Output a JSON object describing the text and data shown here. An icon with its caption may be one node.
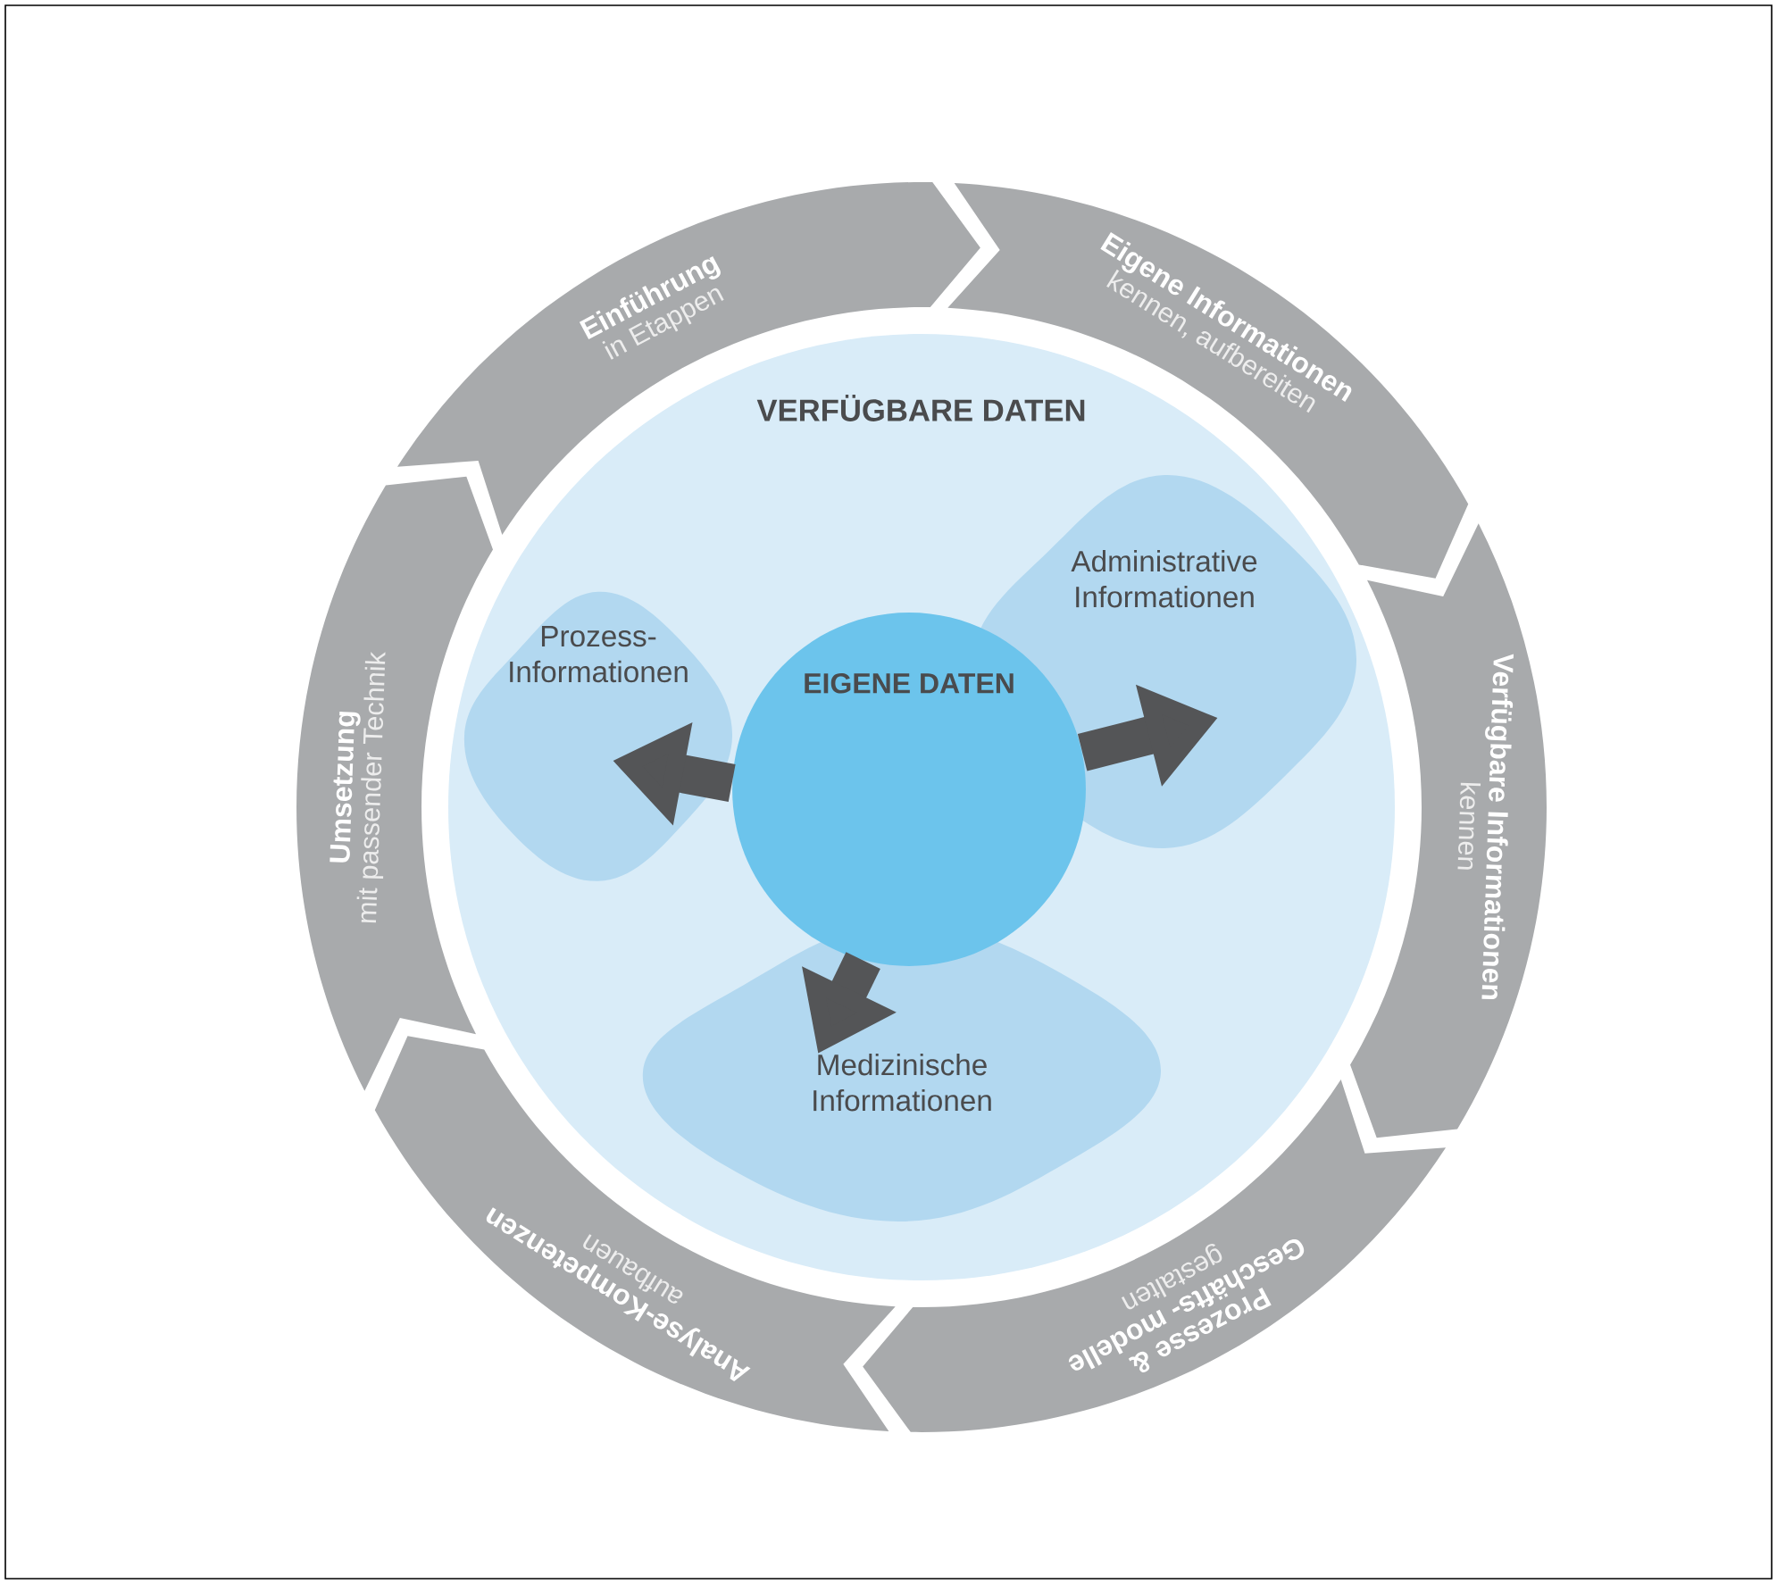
{
  "diagram": {
    "nodes": [
      {
        "text": [
          "Einführung",
          "in Etappen"
        ]
      },
      {
        "text": [
          "Eigene Informationen",
          "kennen, aufbereiten"
        ]
      },
      {
        "text": [
          "Verfügbare Informationen",
          "kennen"
        ]
      },
      {
        "text": [
          "Prozesse & Geschäfts- modelle",
          "gestalten"
        ]
      },
      {
        "text": [
          "Analyse-Kompetenzen",
          "aufbauen"
        ]
      },
      {
        "text": [
          "Umsetzung",
          "mit passender Technik"
        ]
      },
      {
        "text": [
          "VERFÜGBARE DATEN"
        ]
      },
      {
        "text": [
          "Prozess- Informationen"
        ],
        "in": 6
      },
      {
        "text": [
          "Administrative Informationen"
        ],
        "in": 6
      },
      {
        "text": [
          "Medizinische Informationen"
        ],
        "in": 6
      },
      {
        "text": [
          "EIGENE DATEN"
        ],
        "in": 6
      }
    ],
    "edges": [
      {
        "from": 10,
        "to": 7,
        "arrow": "to"
      },
      {
        "from": 10,
        "to": 8,
        "arrow": "to"
      },
      {
        "from": 10,
        "to": 9,
        "arrow": "to"
      }
    ]
  }
}
